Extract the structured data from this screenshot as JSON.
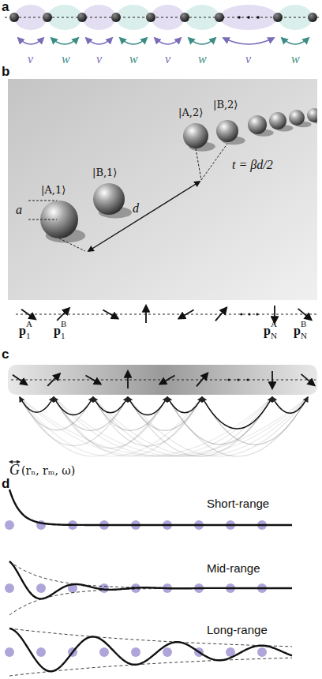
{
  "diagram": {
    "labels": [
      "a",
      "v",
      "w",
      "v",
      "w",
      "v",
      "w",
      "v",
      "w",
      "b",
      "|A,1⟩",
      "|B,1⟩",
      "|A,2⟩",
      "|B,2⟩",
      "a",
      "d",
      "t = βd/2",
      "p",
      "1",
      "A",
      "p",
      "1",
      "B",
      "p",
      "N",
      "A",
      "p",
      "N",
      "B",
      "c",
      "G",
      "(rₙ, rₘ, ω)",
      "d",
      "Short-range",
      "Mid-range",
      "Long-range"
    ]
  }
}
